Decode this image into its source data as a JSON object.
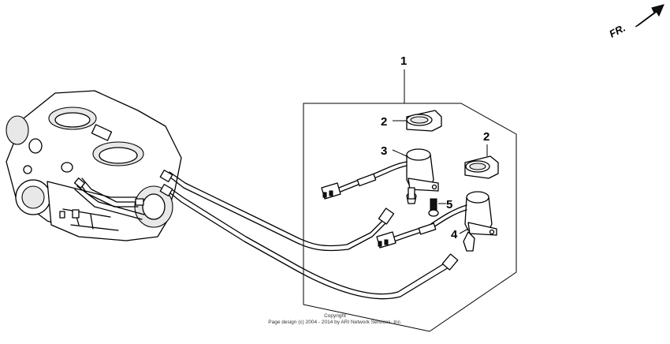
{
  "diagram": {
    "direction_label": "FR.",
    "callouts": [
      {
        "id": "1",
        "label": "1"
      },
      {
        "id": "2a",
        "label": "2"
      },
      {
        "id": "2b",
        "label": "2"
      },
      {
        "id": "3",
        "label": "3"
      },
      {
        "id": "4",
        "label": "4"
      },
      {
        "id": "5",
        "label": "5"
      }
    ],
    "copyright_line1": "Copyright",
    "copyright_line2": "Page design (c) 2004 - 2014 by ARI Network Services, Inc."
  }
}
